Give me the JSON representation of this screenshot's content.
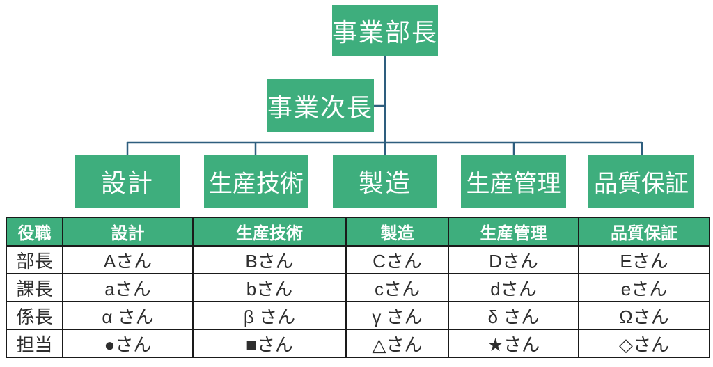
{
  "org": {
    "root": "事業部長",
    "deputy": "事業次長",
    "departments": [
      "設計",
      "生産技術",
      "製造",
      "生産管理",
      "品質保証"
    ]
  },
  "table": {
    "headers": [
      "役職",
      "設計",
      "生産技術",
      "製造",
      "生産管理",
      "品質保証"
    ],
    "rows": [
      {
        "label": "部長",
        "cells": [
          "Aさん",
          "Bさん",
          "Cさん",
          "Dさん",
          "Eさん"
        ]
      },
      {
        "label": "課長",
        "cells": [
          "aさん",
          "bさん",
          "cさん",
          "dさん",
          "eさん"
        ]
      },
      {
        "label": "係長",
        "cells": [
          "α さん",
          "β さん",
          "γ さん",
          "δ さん",
          "Ωさん"
        ]
      },
      {
        "label": "担当",
        "cells": [
          "●さん",
          "■さん",
          "△さん",
          "★さん",
          "◇さん"
        ]
      }
    ]
  },
  "colors": {
    "box_green": "#3EAE7D",
    "connector_blue": "#2E5E7E",
    "table_border": "#1A1A1A",
    "box_text": "#FFFFFF",
    "body_text": "#2E2E2E"
  }
}
